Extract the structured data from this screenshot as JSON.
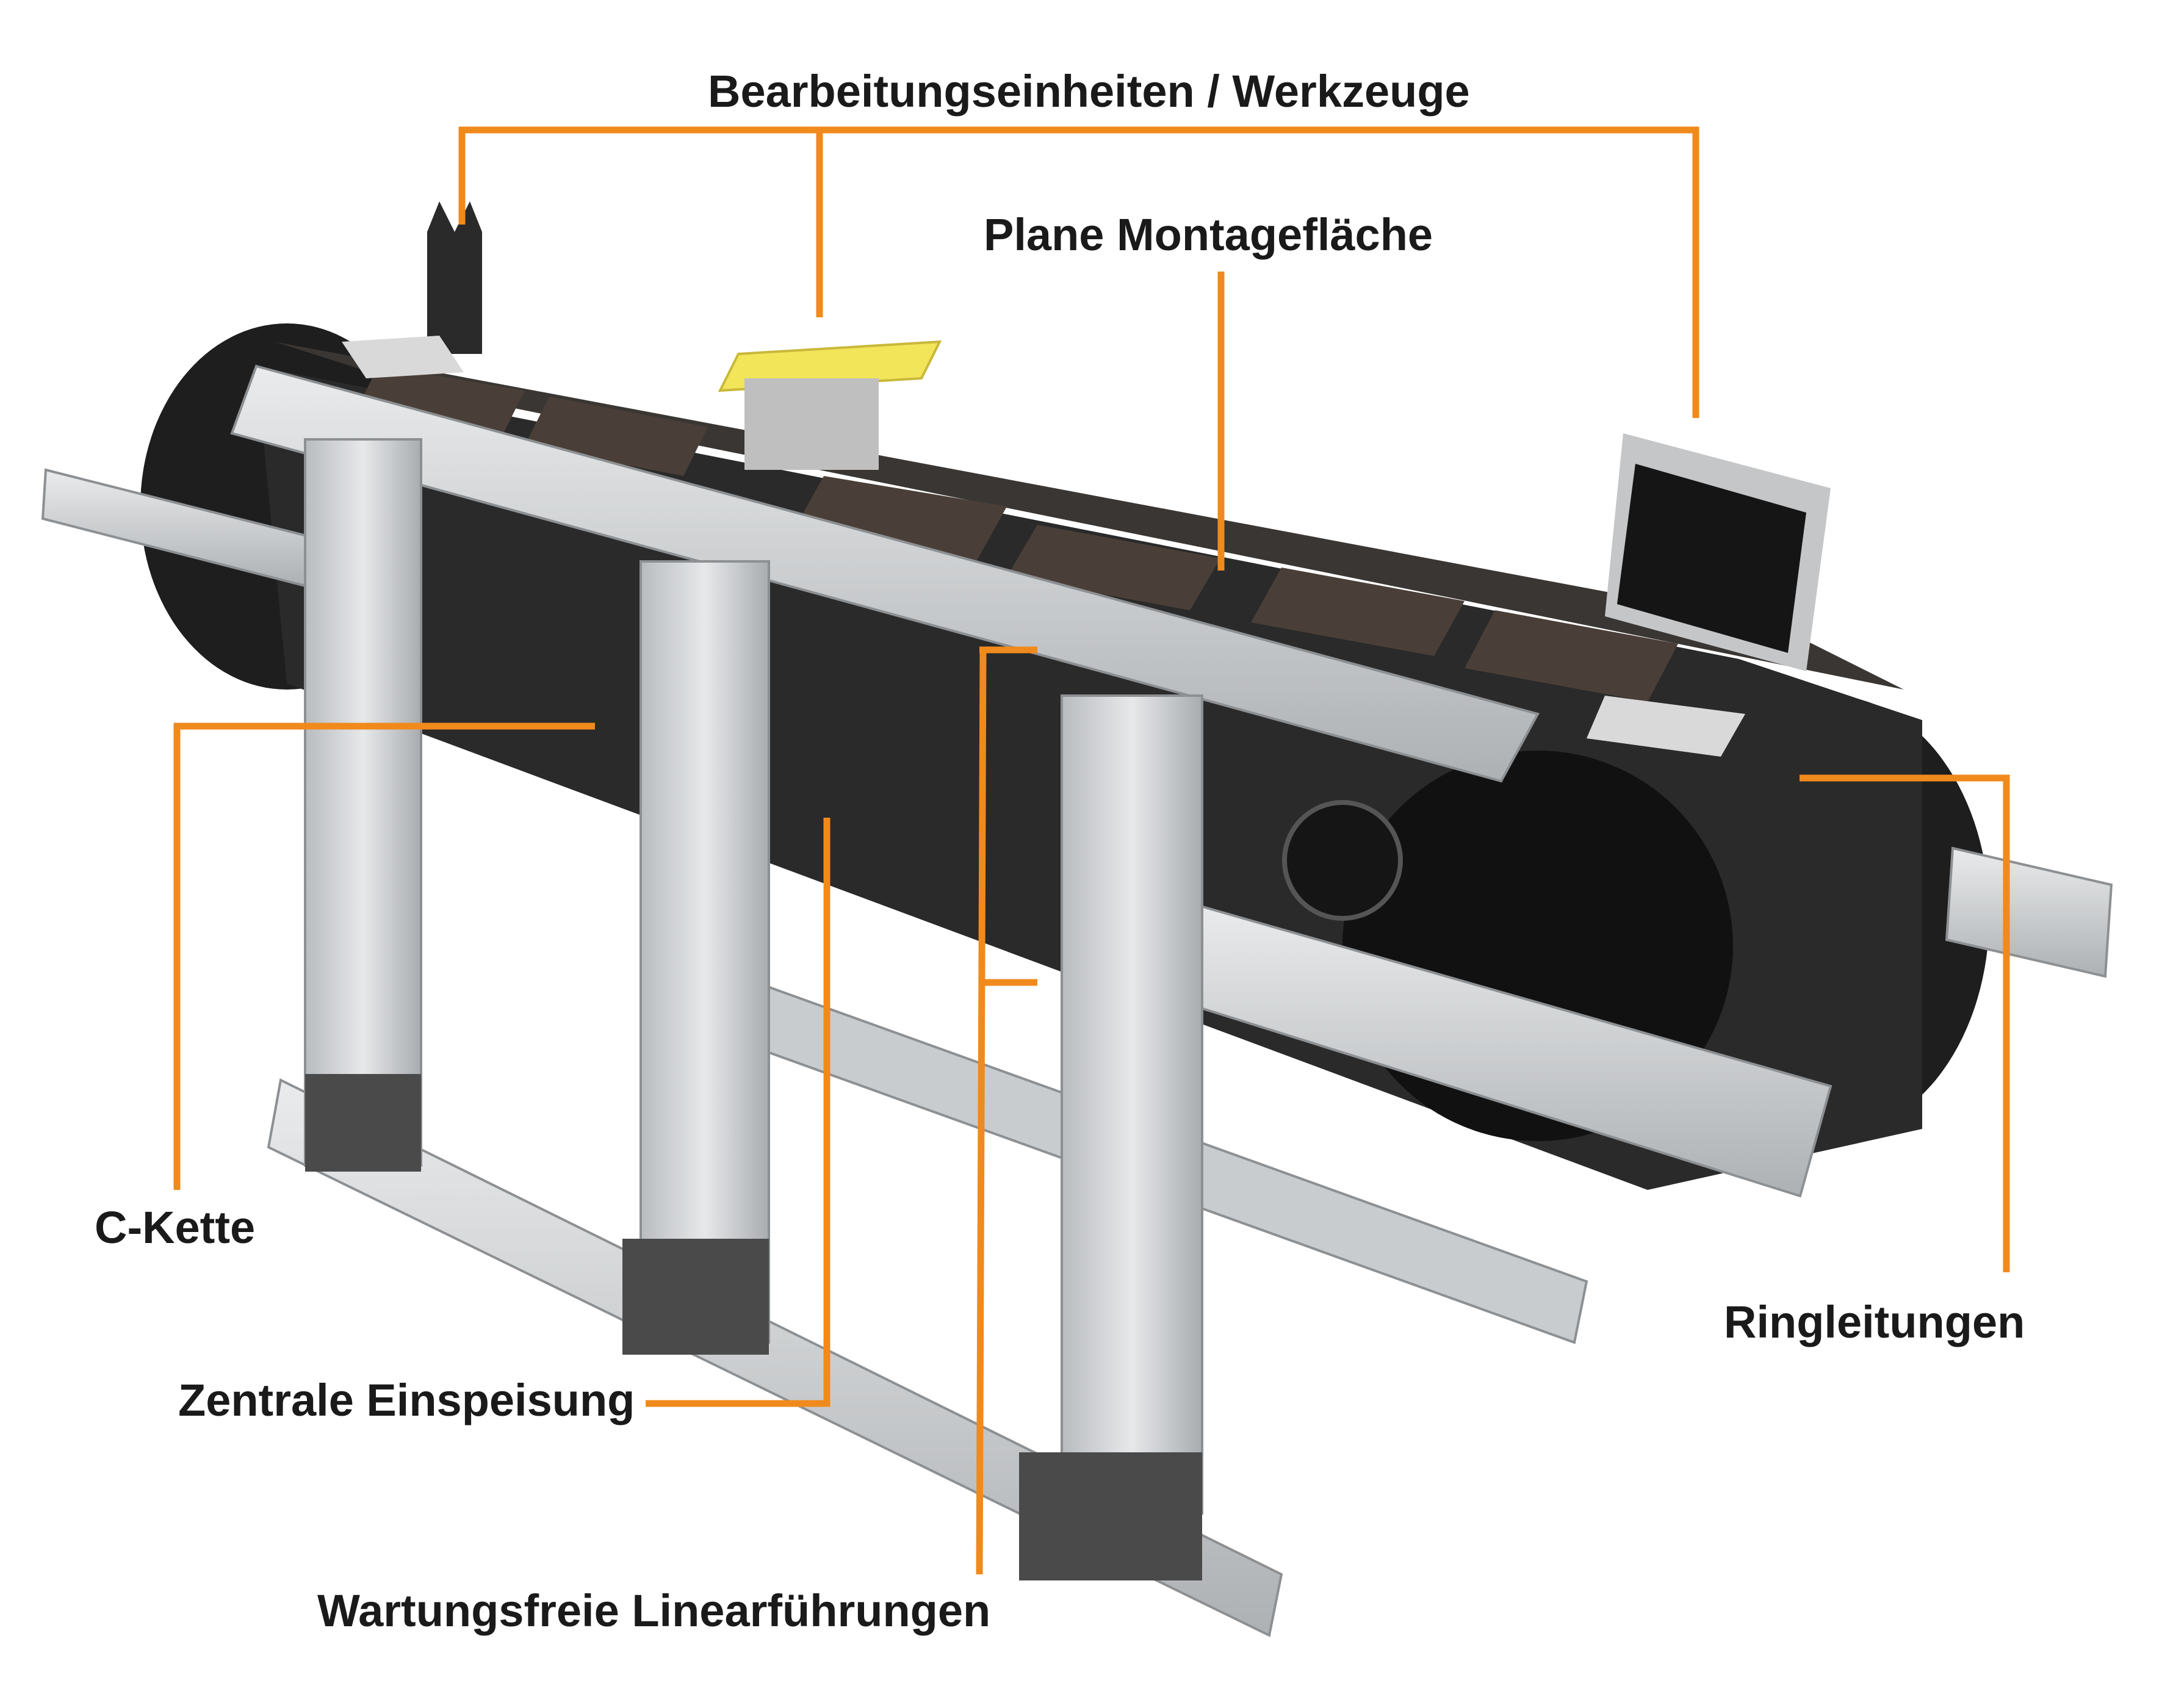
{
  "accent_color": "#f08a1c",
  "labels": {
    "tools": "Bearbeitungseinheiten / Werkzeuge",
    "mounting_surface": "Plane Montagefläche",
    "c_chain": "C-Kette",
    "ring_lines": "Ringleitungen",
    "central_feed": "Zentrale Einspeisung",
    "linear_guides": "Wartungsfreie Linearführungen"
  }
}
